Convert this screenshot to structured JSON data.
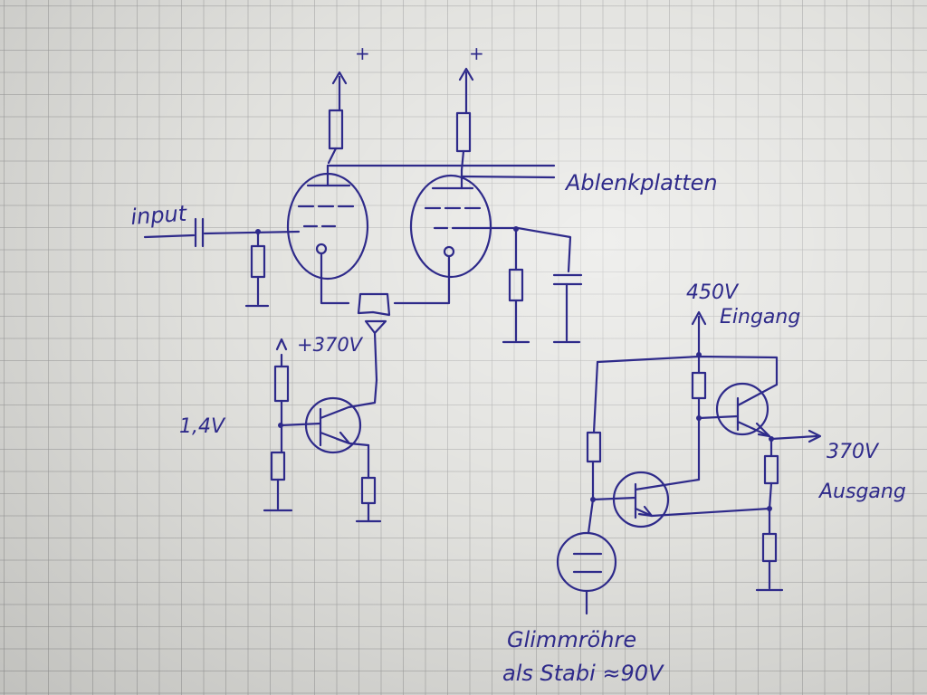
{
  "labels": {
    "input": "input",
    "plus_left": "+",
    "plus_right": "+",
    "ablenkplatten": "Ablenkplatten",
    "plus_370v": "+370V",
    "bias_1_4v": "1,4V",
    "v450": "450V",
    "eingang": "Eingang",
    "v370_out": "370V",
    "ausgang": "Ausgang",
    "glimm_line1": "Glimmröhre",
    "glimm_line2": "als Stabi ≈90V"
  },
  "colors": {
    "ink": "#2e2a8a",
    "paper": "#dcdcd8",
    "grid": "#969696"
  }
}
